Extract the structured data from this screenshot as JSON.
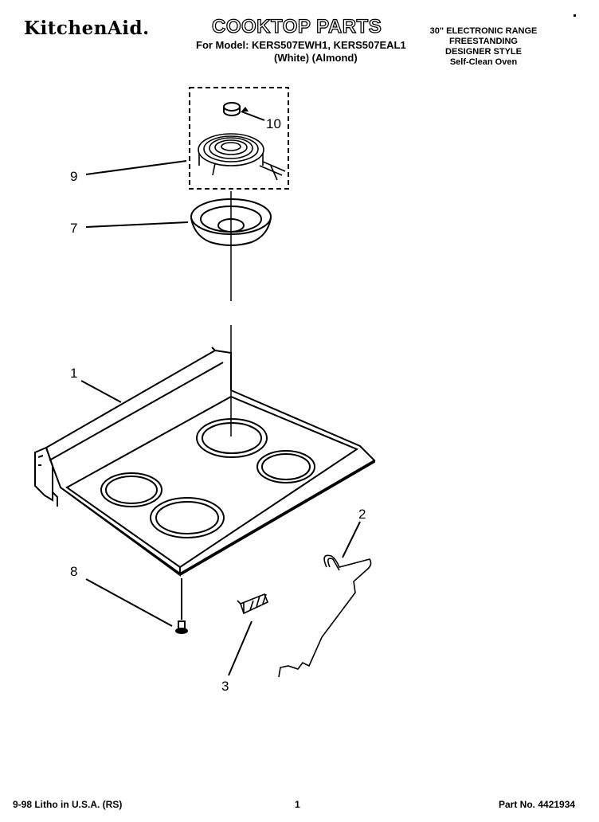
{
  "header": {
    "brand": "KitchenAid.",
    "title": "COOKTOP PARTS",
    "model_line": "For Model: KERS507EWH1, KERS507EAL1",
    "model_colors": "(White)    (Almond)",
    "product_lines": [
      "30\" ELECTRONIC RANGE",
      "FREESTANDING",
      "DESIGNER STYLE",
      "Self-Clean Oven"
    ]
  },
  "callouts": [
    "10",
    "9",
    "7",
    "1",
    "2",
    "8",
    "3"
  ],
  "footer": {
    "litho": "9-98 Litho in U.S.A. (RS)",
    "page": "1",
    "part_no": "Part No. 4421934"
  }
}
